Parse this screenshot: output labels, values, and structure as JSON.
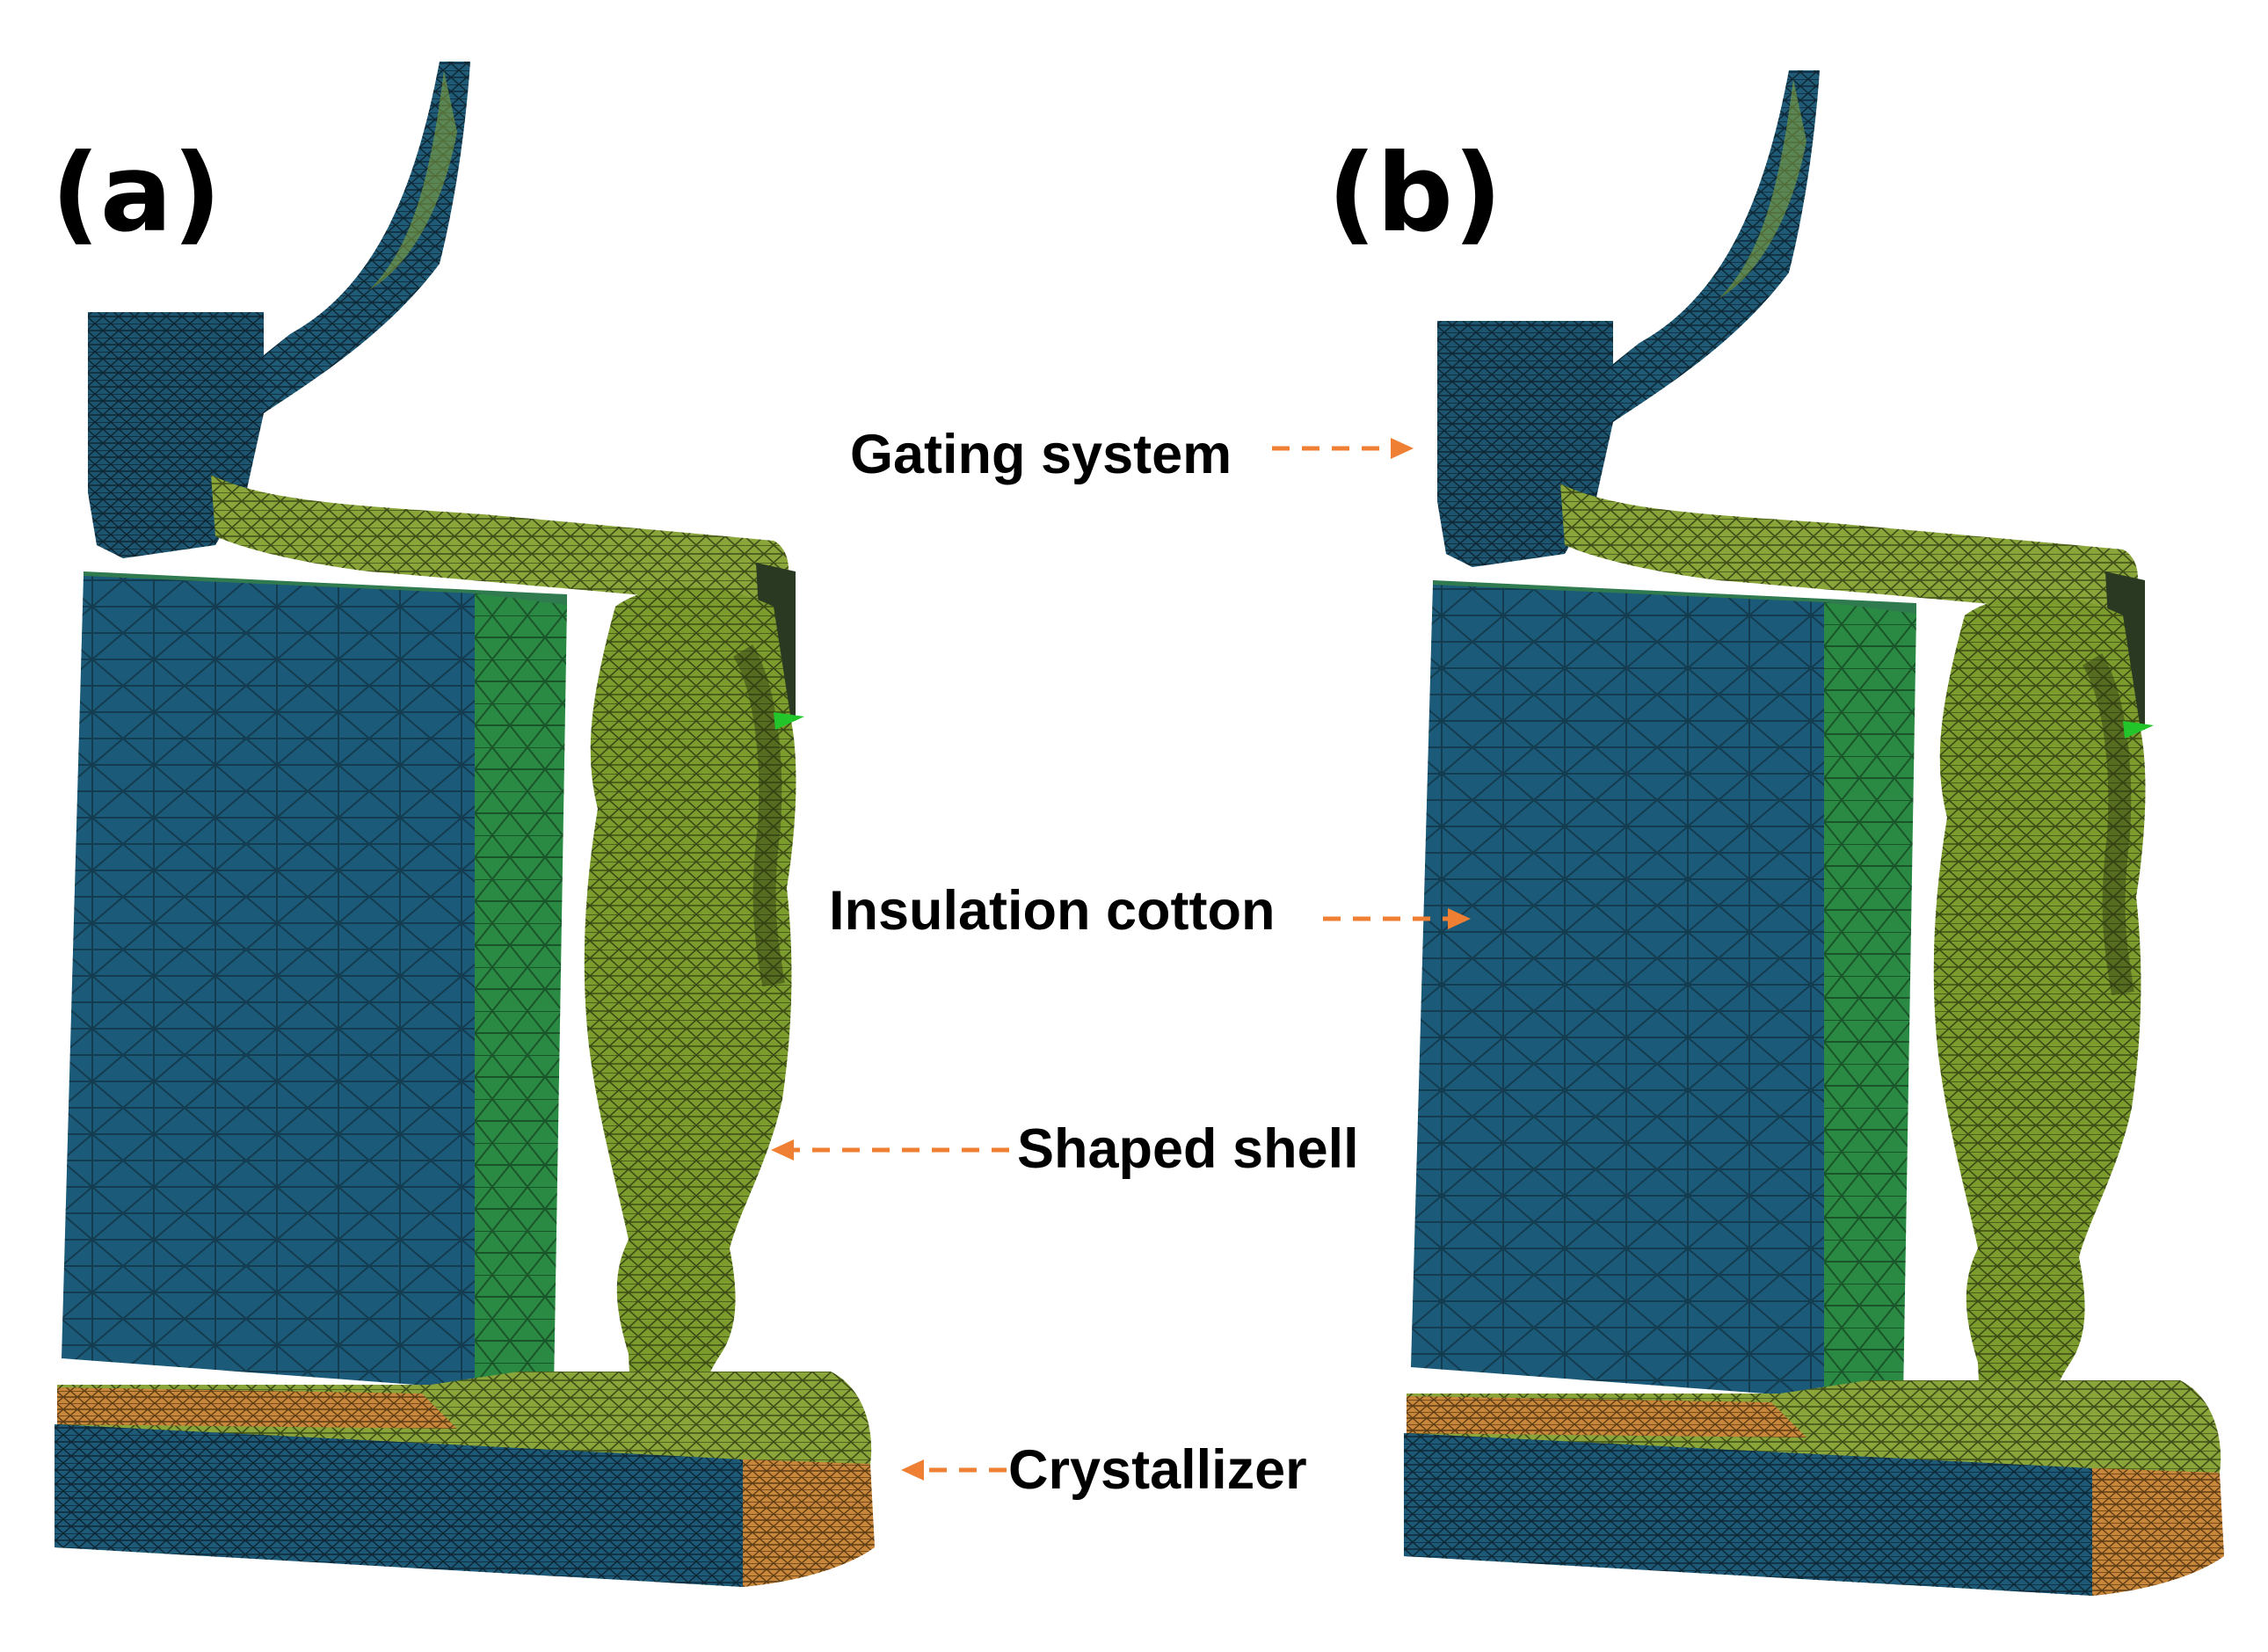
{
  "panels": [
    {
      "label": "(a)"
    },
    {
      "label": "(b)"
    }
  ],
  "callouts": [
    {
      "label": "Gating system"
    },
    {
      "label": "Insulation cotton"
    },
    {
      "label": "Shaped shell"
    },
    {
      "label": "Crystallizer"
    }
  ],
  "colors": {
    "insulation_front": "#1b5a78",
    "insulation_side": "#2a8a44",
    "shell_green": "#7d9c2e",
    "crystallizer_orange": "#c8873a",
    "mesh_line": "#0c2230",
    "arrow": "#ef7f33"
  }
}
